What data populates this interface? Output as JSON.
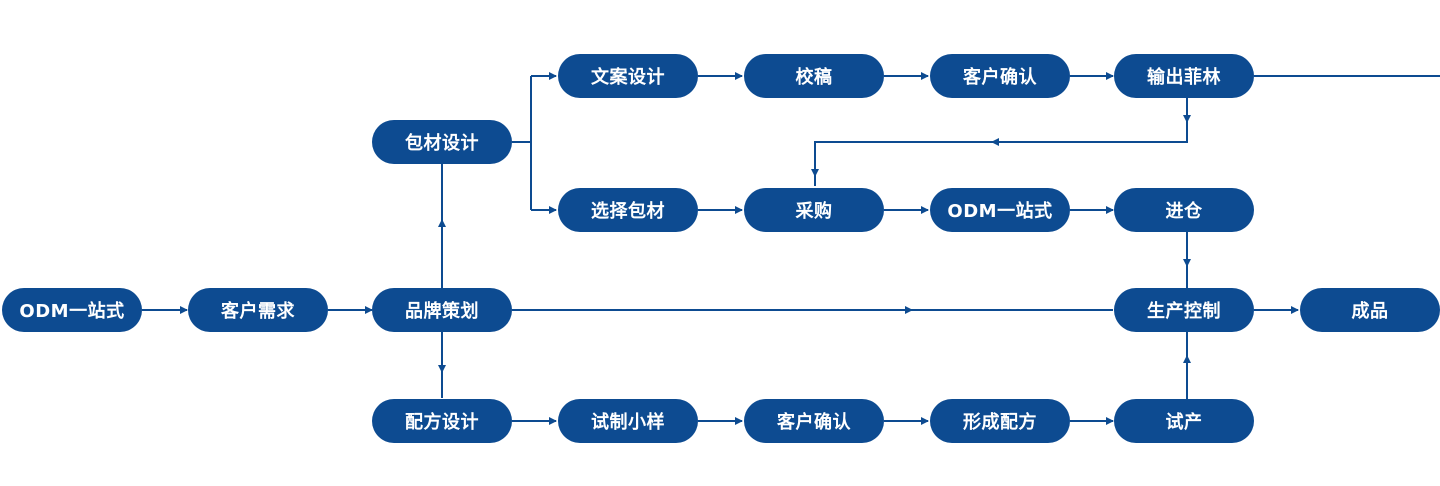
{
  "style": {
    "node_color": "#0d4b91",
    "line_color": "#0d4b91",
    "text_color": "#ffffff",
    "background": "#ffffff"
  },
  "nodes": {
    "odm_start": "ODM一站式",
    "customer_demand": "客户需求",
    "brand_planning": "品牌策划",
    "packaging_design": "包材设计",
    "formula_design": "配方设计",
    "copywriting_design": "文案设计",
    "proofreading": "校稿",
    "customer_confirm_1": "客户确认",
    "output_film": "输出菲林",
    "select_packaging": "选择包材",
    "purchasing": "采购",
    "odm_onestop": "ODM一站式",
    "warehousing": "进仓",
    "production_control": "生产控制",
    "finished_product": "成品",
    "trial_sample": "试制小样",
    "customer_confirm_2": "客户确认",
    "form_formula": "形成配方",
    "trial_production": "试产"
  }
}
